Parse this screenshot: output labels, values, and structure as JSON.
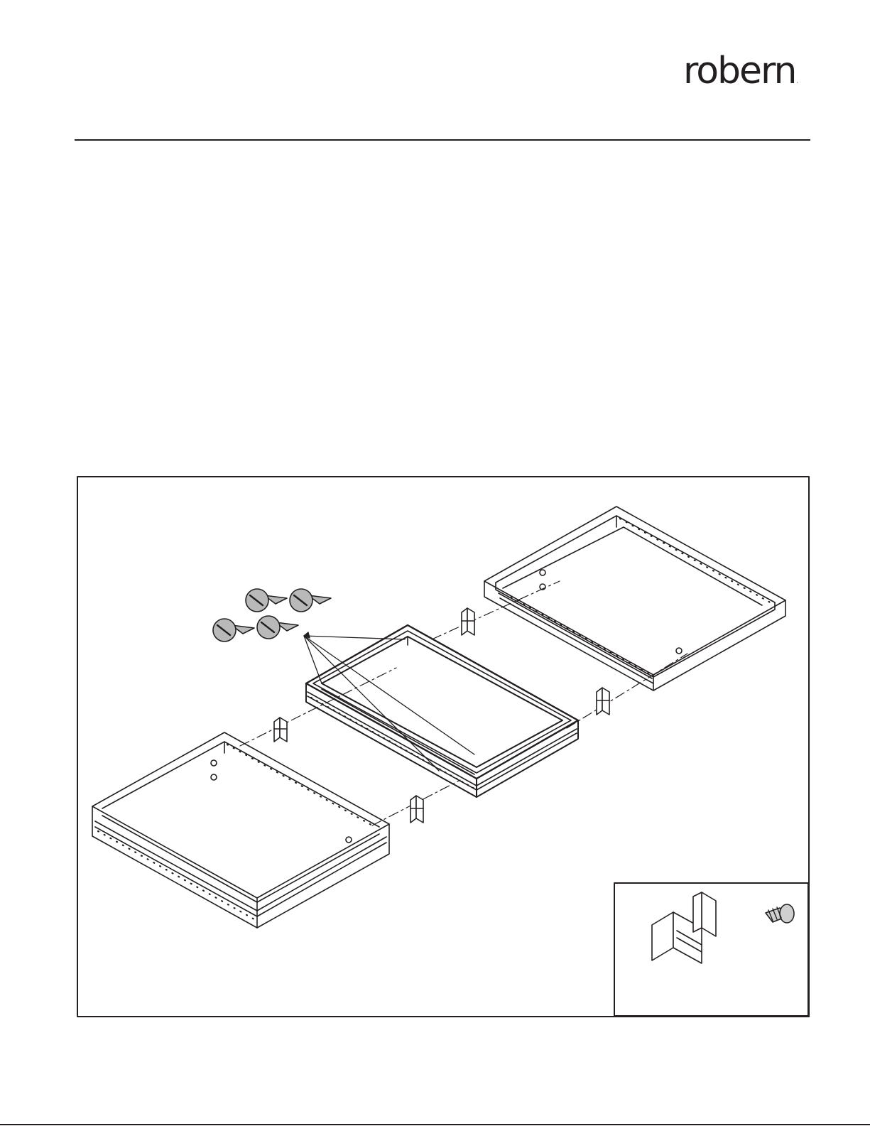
{
  "header": {
    "brand": "robern",
    "registered_mark": "."
  },
  "figure": {
    "kit_parts": [
      "filler-frame",
      "cabinet-left",
      "cabinet-right",
      "joiner-clip",
      "screw"
    ],
    "inset_parts": [
      "joiner-clip",
      "screw"
    ]
  },
  "colors": {
    "ink": "#231f20",
    "screw_fill": "#b9b9b9",
    "paper": "#ffffff"
  }
}
